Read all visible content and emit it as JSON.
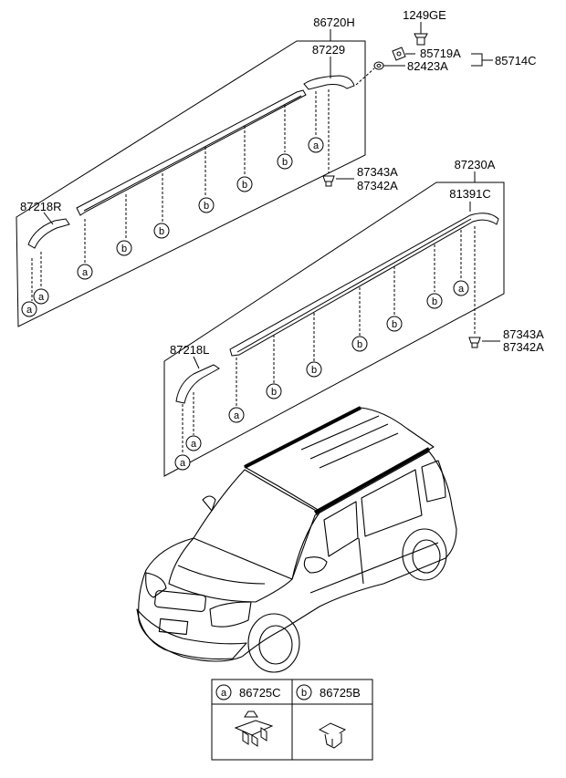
{
  "callouts": {
    "a": "a",
    "b": "b"
  },
  "upper_group": {
    "assembly": "86720H",
    "rail": "87229",
    "end_cap": "87218R",
    "screw": "1249GE",
    "bracket": "85719A",
    "washer": "82423A",
    "bracket_kit": "85714C",
    "nut_1": "87343A",
    "nut_2": "87342A"
  },
  "lower_group": {
    "assembly": "87230A",
    "rail": "81391C",
    "end_cap": "87218L",
    "nut_1": "87343A",
    "nut_2": "87342A"
  },
  "legend": {
    "a_letter": "a",
    "a_part": "86725C",
    "b_letter": "b",
    "b_part": "86725B"
  }
}
